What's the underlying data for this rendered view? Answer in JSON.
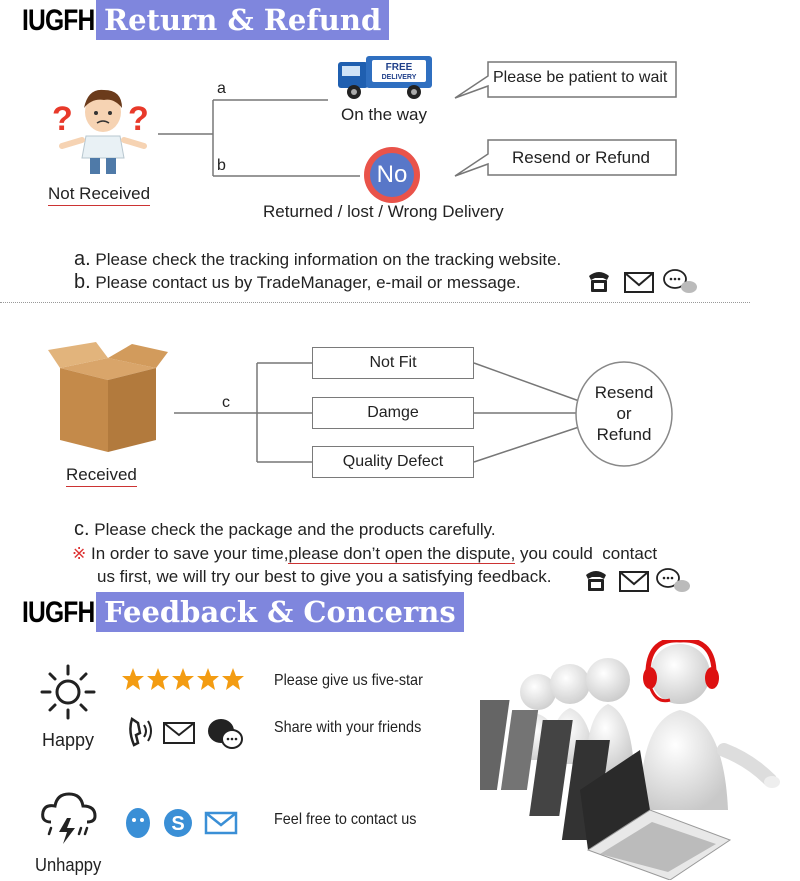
{
  "brand": "IUGFH",
  "section1": {
    "title": "Return & Refund",
    "not_received": "Not Received",
    "branch_a": "a",
    "branch_b": "b",
    "truck_text": "FREE",
    "truck_subtext": "DELIVERY",
    "on_the_way": "On the way",
    "patient": "Please be patient to wait",
    "no_badge": "No",
    "returned": "Returned / lost / Wrong Delivery",
    "resend_refund": "Resend or Refund",
    "note_a_prefix": "a.",
    "note_a": "Please check the tracking information on the tracking website.",
    "note_b_prefix": "b.",
    "note_b": "Please contact us by TradeManager, e-mail or message."
  },
  "section2": {
    "received": "Received",
    "branch_c": "c",
    "options": [
      "Not Fit",
      "Damge",
      "Quality Defect"
    ],
    "result_line1": "Resend",
    "result_line2": "or",
    "result_line3": "Refund",
    "note_c_prefix": "c.",
    "note_c": "Please check the package and the products carefully.",
    "note_mark": "※",
    "note_2_start": "In order to save your time,",
    "note_2_underlined": "please don’t open the dispute,",
    "note_2_end": " you could  contact",
    "note_3": "us first, we will try our best to give you a satisfying feedback."
  },
  "section3": {
    "title": "Feedback & Concerns",
    "happy": "Happy",
    "unhappy": "Unhappy",
    "five_star": "Please give us five-star",
    "share": "Share with your friends",
    "contact": "Feel free to contact us",
    "stars": 5
  },
  "colors": {
    "banner": "#7f86dd",
    "star": "#f39c12",
    "blue_icon": "#3a8fd6",
    "truck": "#1f5fb0"
  },
  "icons": [
    "phone-icon",
    "mail-icon",
    "chat-icon",
    "truck-icon",
    "box-icon",
    "sun-icon",
    "storm-cloud-icon",
    "star-icon",
    "qq-icon",
    "skype-icon"
  ]
}
